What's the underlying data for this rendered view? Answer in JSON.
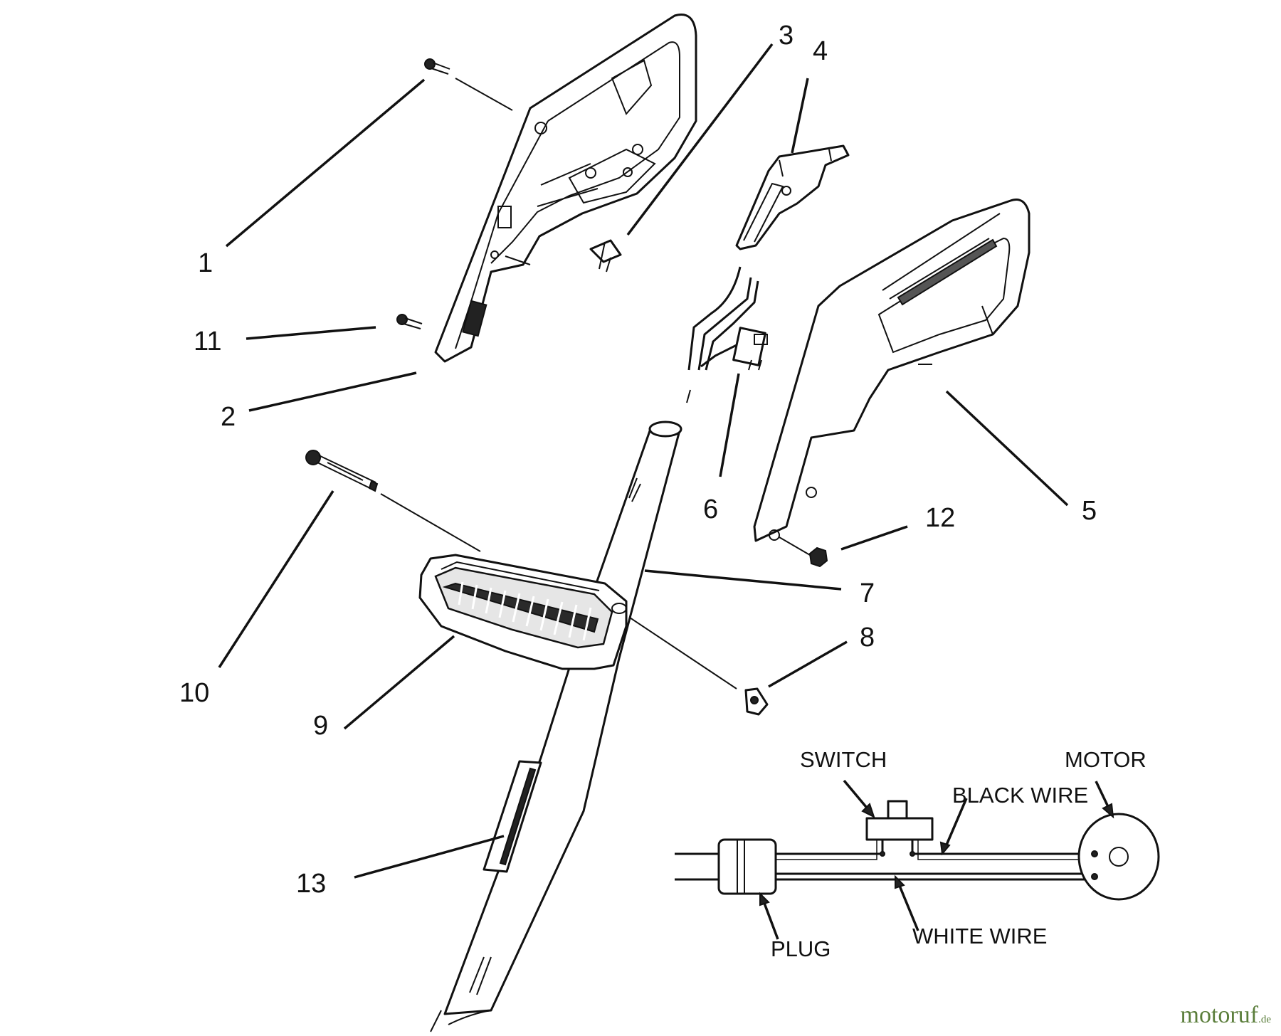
{
  "callouts": [
    {
      "id": "1",
      "text": "1"
    },
    {
      "id": "2",
      "text": "2"
    },
    {
      "id": "3",
      "text": "3"
    },
    {
      "id": "4",
      "text": "4"
    },
    {
      "id": "5",
      "text": "5"
    },
    {
      "id": "6",
      "text": "6"
    },
    {
      "id": "7",
      "text": "7"
    },
    {
      "id": "8",
      "text": "8"
    },
    {
      "id": "9",
      "text": "9"
    },
    {
      "id": "10",
      "text": "10"
    },
    {
      "id": "11",
      "text": "11"
    },
    {
      "id": "12",
      "text": "12"
    },
    {
      "id": "13",
      "text": "13"
    }
  ],
  "wiring": {
    "switch": "SWITCH",
    "motor": "MOTOR",
    "black_wire": "BLACK WIRE",
    "white_wire": "WHITE WIRE",
    "plug": "PLUG"
  },
  "watermark": {
    "brand": "motoruf",
    "suffix": ".de"
  },
  "colors": {
    "ink": "#111111",
    "background": "#ffffff",
    "watermark": "#5a7d3a"
  }
}
